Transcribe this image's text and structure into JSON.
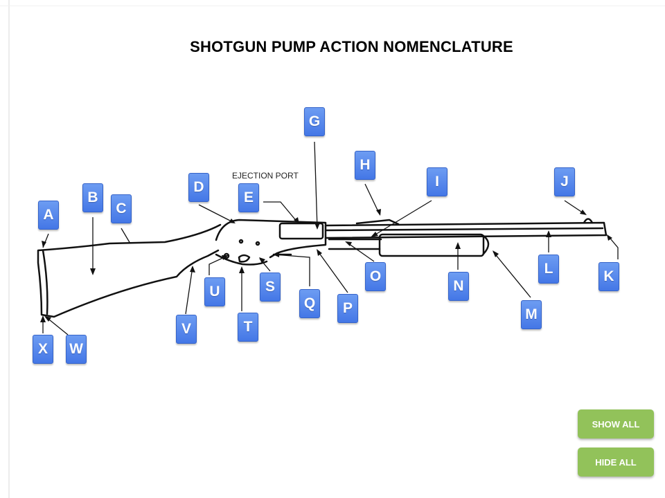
{
  "title": "SHOTGUN PUMP ACTION NOMENCLATURE",
  "diagram_labels": {
    "ejection_port": "EJECTION PORT"
  },
  "callouts": {
    "A": "A",
    "B": "B",
    "C": "C",
    "D": "D",
    "E": "E",
    "G": "G",
    "H": "H",
    "I": "I",
    "J": "J",
    "K": "K",
    "L": "L",
    "M": "M",
    "N": "N",
    "O": "O",
    "P": "P",
    "Q": "Q",
    "S": "S",
    "T": "T",
    "U": "U",
    "V": "V",
    "W": "W",
    "X": "X"
  },
  "buttons": {
    "show_all": "SHOW ALL",
    "hide_all": "HIDE ALL"
  },
  "colors": {
    "callout": "#4a7fe8",
    "button": "#92c25a",
    "line": "#111111"
  }
}
